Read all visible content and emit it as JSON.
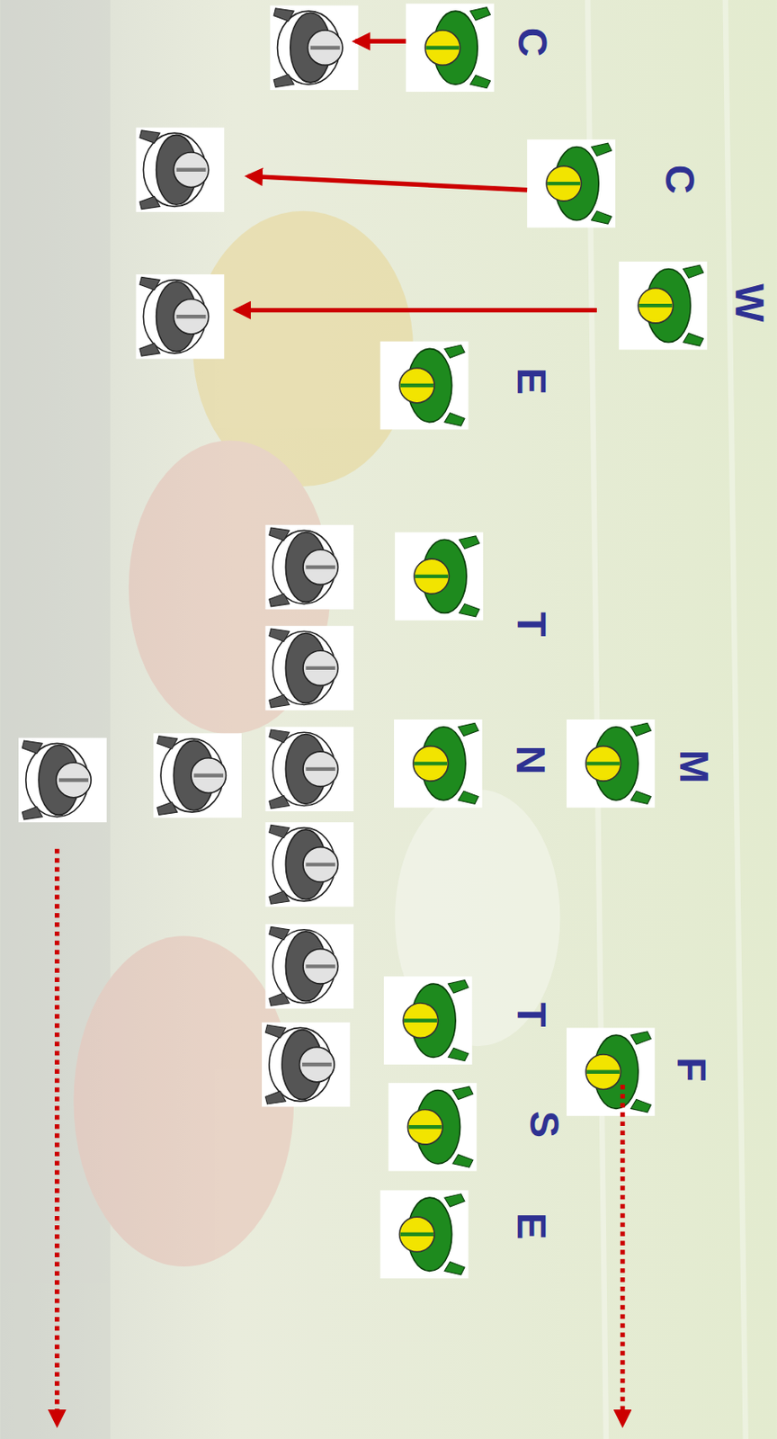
{
  "diagram": {
    "labels": [
      "C",
      "C",
      "W",
      "E",
      "T",
      "N",
      "M",
      "T",
      "F",
      "S",
      "E"
    ]
  }
}
